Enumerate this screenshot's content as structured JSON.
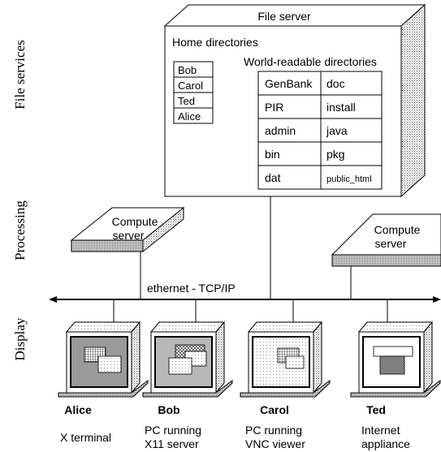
{
  "layers": {
    "file_services": "File services",
    "processing": "Processing",
    "display": "Display"
  },
  "file_server": {
    "title": "File server",
    "home_label": "Home directories",
    "home_dirs": [
      "Bob",
      "Carol",
      "Ted",
      "Alice"
    ],
    "world_label": "World-readable directories",
    "world_dirs": [
      [
        "GenBank",
        "doc"
      ],
      [
        "PIR",
        "install"
      ],
      [
        "admin",
        "java"
      ],
      [
        "bin",
        "pkg"
      ],
      [
        "dat",
        "public_html"
      ]
    ]
  },
  "compute_servers": [
    {
      "line1": "Compute",
      "line2": "server"
    },
    {
      "line1": "Compute",
      "line2": "server"
    }
  ],
  "network_label": "ethernet - TCP/IP",
  "clients": [
    {
      "user": "Alice",
      "line1": "X terminal",
      "line2": ""
    },
    {
      "user": "Bob",
      "line1": "PC running",
      "line2": "X11 server"
    },
    {
      "user": "Carol",
      "line1": "PC running",
      "line2": "VNC viewer"
    },
    {
      "user": "Ted",
      "line1": "Internet",
      "line2": "appliance"
    }
  ]
}
